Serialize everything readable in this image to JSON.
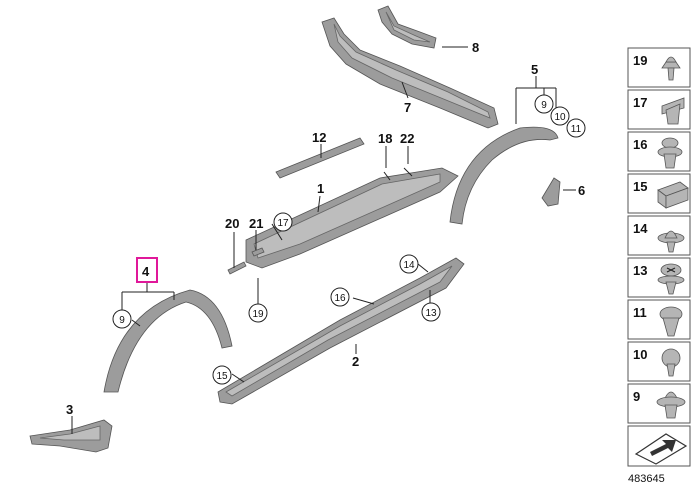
{
  "labels": {
    "p1": "1",
    "p2": "2",
    "p3": "3",
    "p4": "4",
    "p5": "5",
    "p6": "6",
    "p7": "7",
    "p8": "8",
    "p12": "12",
    "p18": "18",
    "p20": "20",
    "p21": "21",
    "p22": "22"
  },
  "callouts": {
    "c9a": "9",
    "c10": "10",
    "c11": "11",
    "c9b": "9",
    "c17": "17",
    "c19": "19",
    "c16": "16",
    "c14": "14",
    "c13": "13",
    "c15": "15"
  },
  "legend": {
    "items": [
      "19",
      "17",
      "16",
      "15",
      "14",
      "13",
      "11",
      "10",
      "9"
    ]
  },
  "highlight_color": "#e0189a",
  "document_id": "483645"
}
